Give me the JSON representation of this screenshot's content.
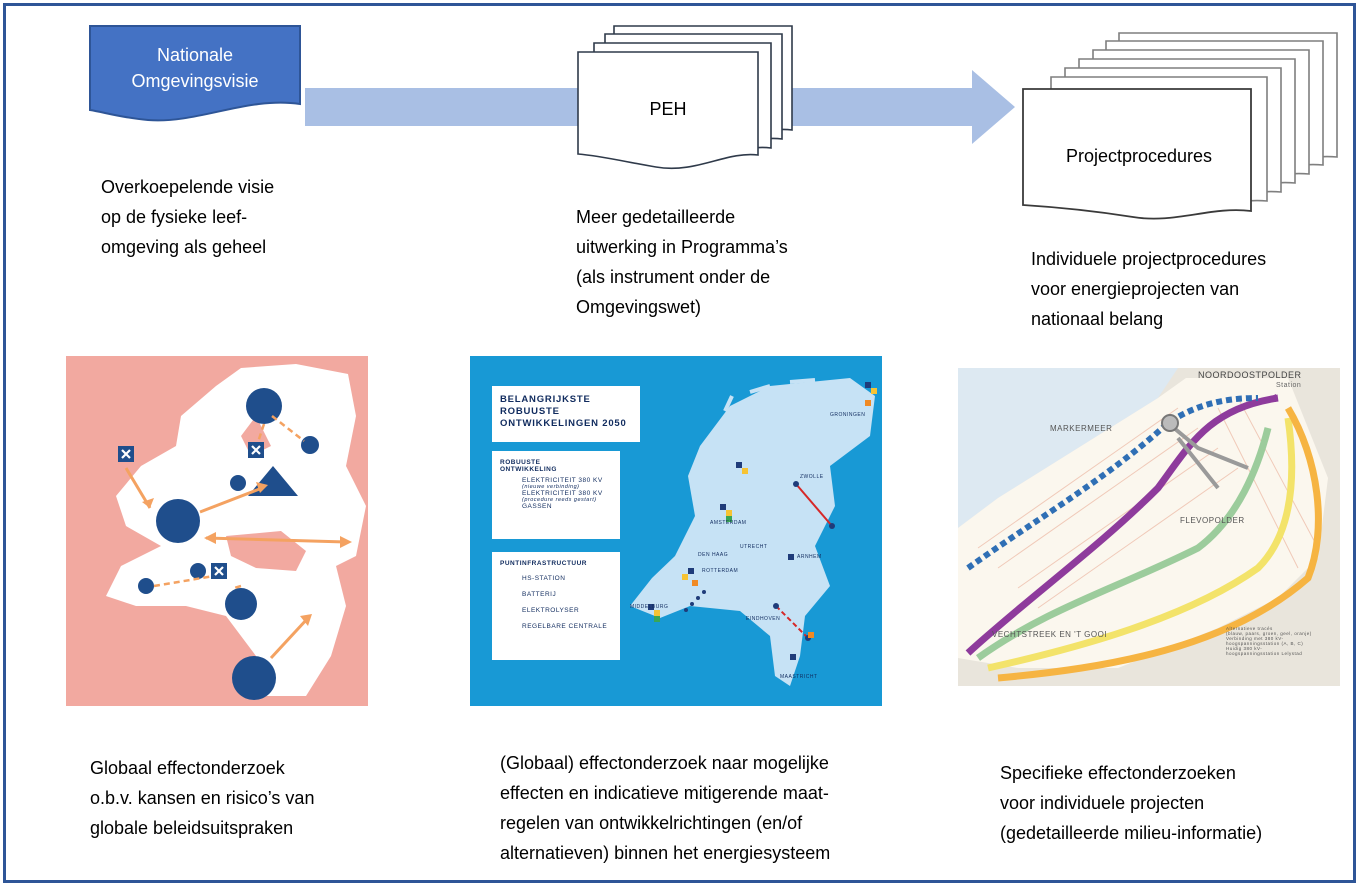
{
  "stages": [
    {
      "doc_label": "Nationale Omgevingsvisie",
      "doc_lines": [
        "Nationale",
        "Omgevingsvisie"
      ],
      "description_lines": [
        "Overkoepelende visie",
        "op de fysieke leef-",
        "omgeving als geheel"
      ],
      "effect_lines": [
        "Globaal effectonderzoek",
        "o.b.v. kansen en risico’s van",
        "globale beleidsuitspraken"
      ]
    },
    {
      "doc_label": "PEH",
      "description_lines": [
        "Meer gedetailleerde",
        "uitwerking in Programma’s",
        "(als instrument onder de",
        "Omgevingswet)"
      ],
      "effect_lines": [
        "(Globaal) effectonderzoek naar mogelijke",
        "effecten en indicatieve mitigerende maat-",
        "regelen van ontwikkelrichtingen (en/of",
        "alternatieven) binnen het energiesysteem"
      ]
    },
    {
      "doc_label": "Projectprocedures",
      "description_lines": [
        "Individuele projectprocedures",
        "voor energieprojecten van",
        "nationaal belang"
      ],
      "effect_lines": [
        "Specifieke effectonderzoeken",
        "voor individuele projecten",
        "(gedetailleerde milieu-informatie)"
      ]
    }
  ],
  "map_middle": {
    "title_lines": [
      "BELANGRIJKSTE",
      "ROBUUSTE",
      "ONTWIKKELINGEN 2050"
    ],
    "legend1_title_lines": [
      "ROBUUSTE",
      "ONTWIKKELING"
    ],
    "legend1_items": [
      "ELEKTRICITEIT 380 KV",
      "(nieuwe verbinding)",
      "ELEKTRICITEIT 380 KV",
      "(procedure reeds gestart)",
      "GASSEN"
    ],
    "legend2_title": "PUNTINFRASTRUCTUUR",
    "legend2_items": [
      "HS-STATION",
      "BATTERIJ",
      "ELEKTROLYSER",
      "REGELBARE CENTRALE"
    ],
    "places": [
      "GRONINGEN",
      "ZWOLLE",
      "AMSTERDAM",
      "UTRECHT",
      "DEN HAAG",
      "ROTTERDAM",
      "ARNHEM",
      "MIDDELBURG",
      "EINDHOVEN",
      "MAASTRICHT"
    ]
  },
  "map_right": {
    "labels": [
      "NOORDOOSTPOLDER",
      "Station",
      "MARKERMEER",
      "FLEVOPOLDER",
      "VECHTSTREEK EN 'T GOOI"
    ],
    "legend_items": [
      "Alternatieve tracés",
      "(blauw, paars, groen, geel, oranje)",
      "Verbinding met 380 kV-",
      "hoogspanningsstation (A, B, C)",
      "Huidig 380 kV-",
      "hoogspanningsstation Lelystad"
    ]
  },
  "colors": {
    "frame": "#2e5597",
    "doc_blue": "#4472c4",
    "arrow": "#a9bfe4",
    "map_bg_pink": "#f2a9a0",
    "map_bg_blue": "#1899d5",
    "dark_blue": "#1f4e8c",
    "orange_arrow": "#f4a261"
  }
}
